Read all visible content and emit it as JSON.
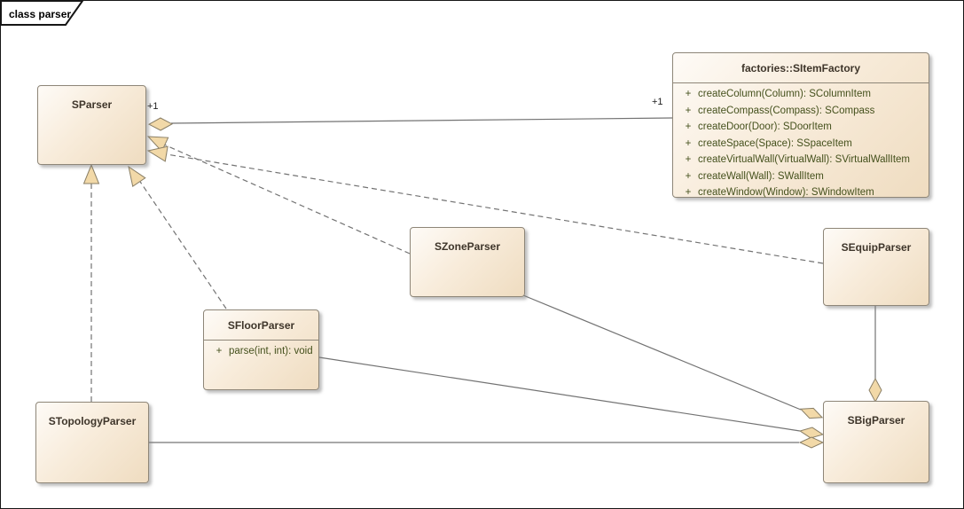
{
  "frame_label": "class parser",
  "classes": {
    "sparser": {
      "name": "SParser"
    },
    "factory": {
      "name": "factories::SItemFactory",
      "methods": [
        {
          "vis": "+",
          "sig": "createColumn(Column): SColumnItem"
        },
        {
          "vis": "+",
          "sig": "createCompass(Compass): SCompass"
        },
        {
          "vis": "+",
          "sig": "createDoor(Door): SDoorItem"
        },
        {
          "vis": "+",
          "sig": "createSpace(Space): SSpaceItem"
        },
        {
          "vis": "+",
          "sig": "createVirtualWall(VirtualWall): SVirtualWallItem"
        },
        {
          "vis": "+",
          "sig": "createWall(Wall): SWallItem"
        },
        {
          "vis": "+",
          "sig": "createWindow(Window): SWindowItem"
        }
      ]
    },
    "szone": {
      "name": "SZoneParser"
    },
    "sequip": {
      "name": "SEquipParser"
    },
    "sfloor": {
      "name": "SFloorParser",
      "methods": [
        {
          "vis": "+",
          "sig": "parse(int, int): void"
        }
      ]
    },
    "stopo": {
      "name": "STopologyParser"
    },
    "sbig": {
      "name": "SBigParser"
    }
  },
  "connector_labels": {
    "sparser_multiplicity": "+1",
    "factory_multiplicity": "+1"
  },
  "colors": {
    "box_fill_light": "#fefbf7",
    "box_fill_dark": "#efdcc0",
    "box_border": "#8e8678",
    "line": "#737373",
    "arrow_fill": "#f2d9a8",
    "arrow_stroke": "#8a7f66",
    "method_text": "#45511d",
    "title_text": "#3e352a",
    "frame_border": "#161616"
  }
}
